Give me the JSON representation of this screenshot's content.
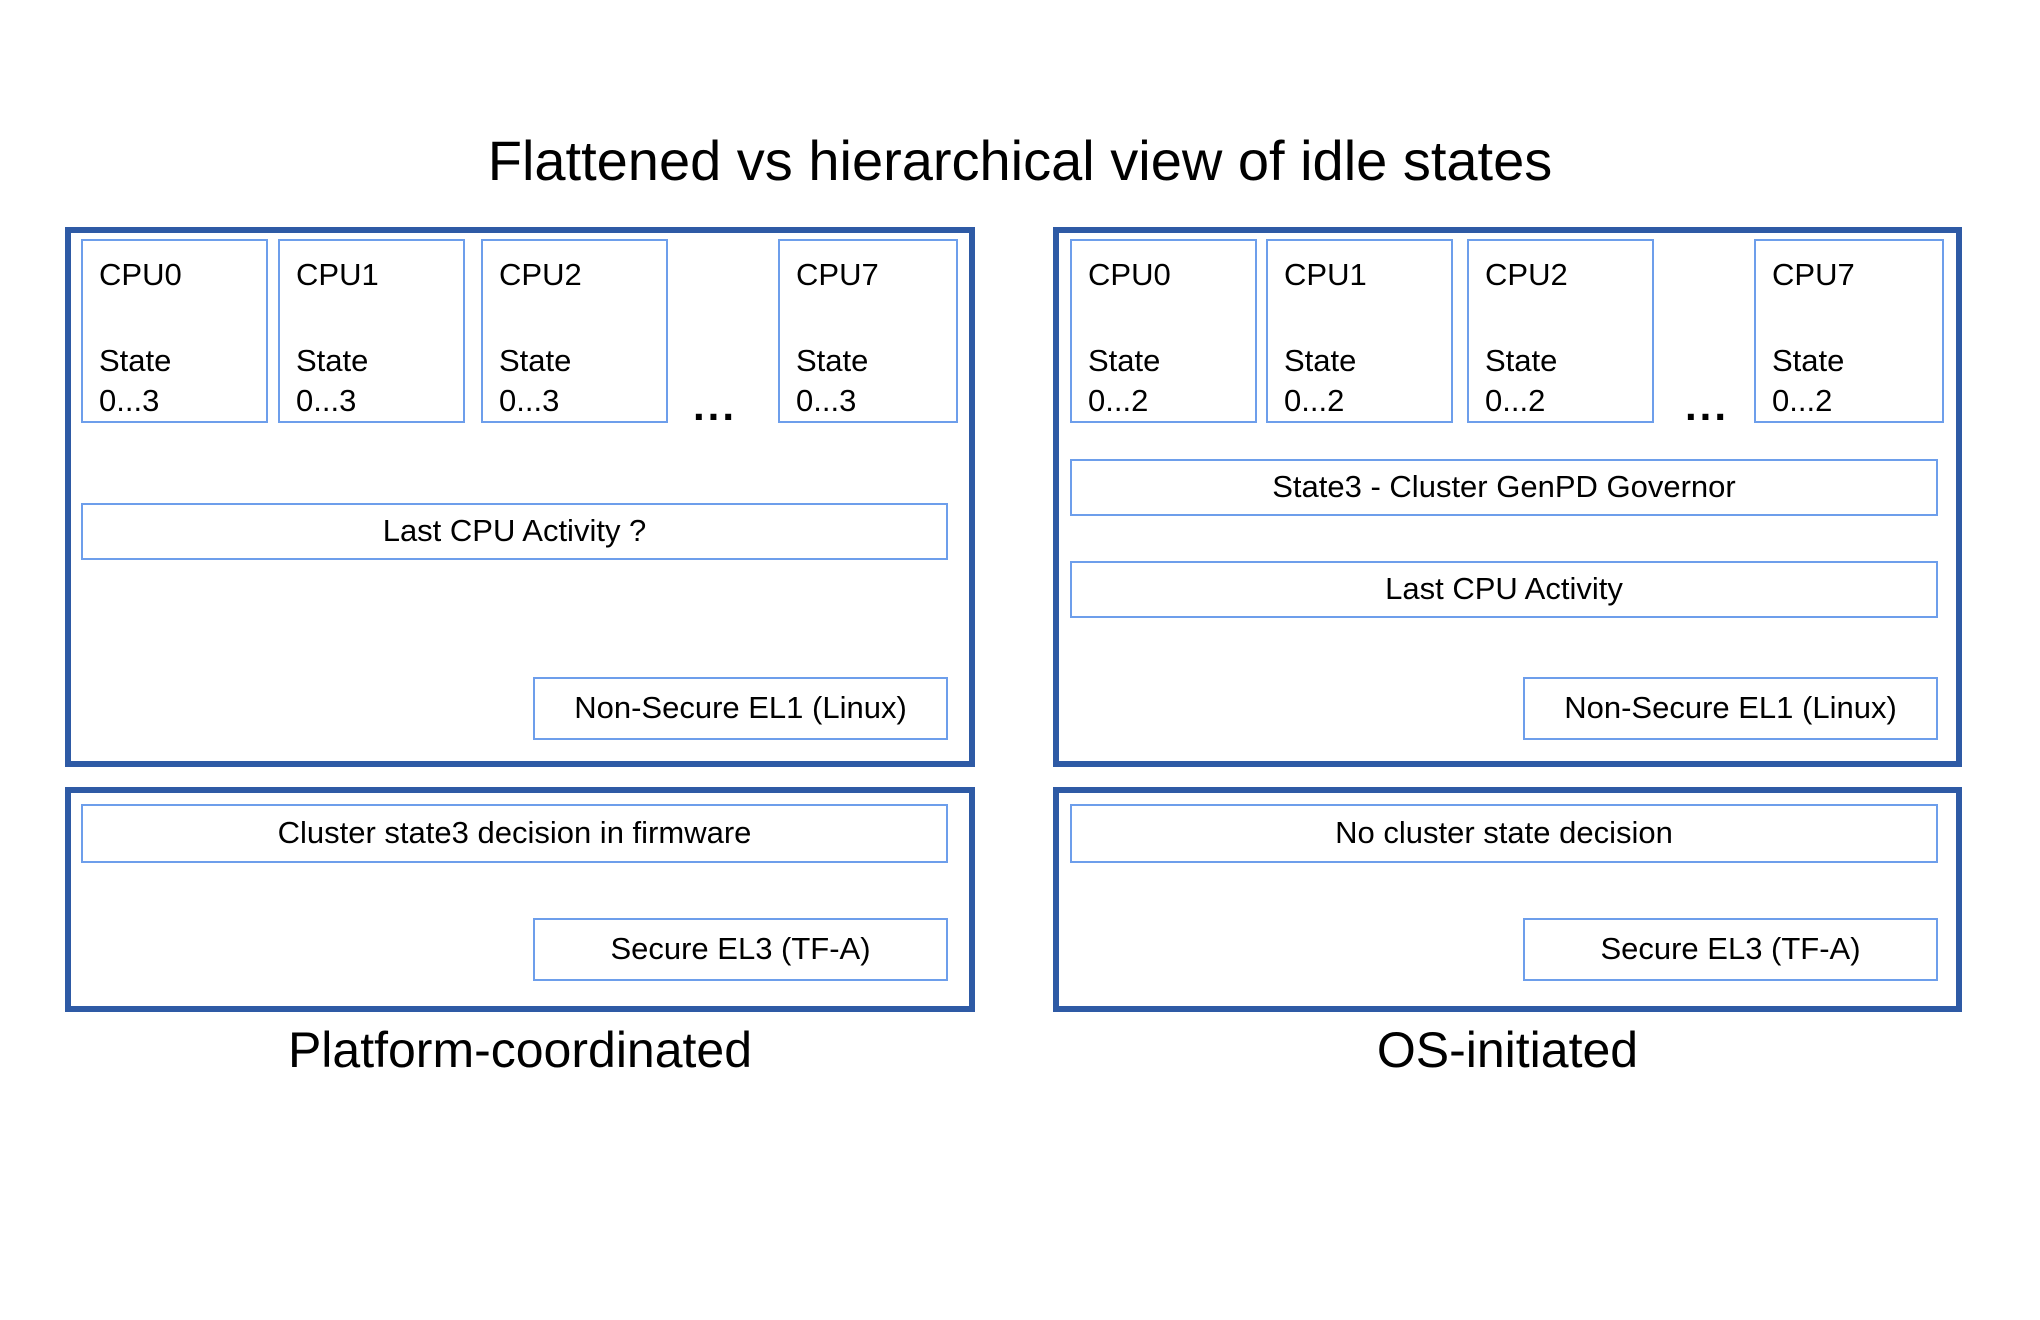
{
  "title": "Flattened vs hierarchical view of idle states",
  "colors": {
    "outer_border": "#2e5aa5",
    "inner_border": "#6d9eeb",
    "text": "#000000",
    "background": "#ffffff"
  },
  "left_panel": {
    "label": "Platform-coordinated",
    "ellipsis": "...",
    "cpus": [
      {
        "name": "CPU0",
        "state_label": "State",
        "state_range": "0...3"
      },
      {
        "name": "CPU1",
        "state_label": "State",
        "state_range": "0...3"
      },
      {
        "name": "CPU2",
        "state_label": "State",
        "state_range": "0...3"
      },
      {
        "name": "CPU7",
        "state_label": "State",
        "state_range": "0...3"
      }
    ],
    "activity_box": "Last CPU Activity ?",
    "el1_box": "Non-Secure EL1 (Linux)",
    "firmware_box": "Cluster state3 decision in firmware",
    "el3_box": "Secure EL3 (TF-A)"
  },
  "right_panel": {
    "label": "OS-initiated",
    "ellipsis": "...",
    "cpus": [
      {
        "name": "CPU0",
        "state_label": "State",
        "state_range": "0...2"
      },
      {
        "name": "CPU1",
        "state_label": "State",
        "state_range": "0...2"
      },
      {
        "name": "CPU2",
        "state_label": "State",
        "state_range": "0...2"
      },
      {
        "name": "CPU7",
        "state_label": "State",
        "state_range": "0...2"
      }
    ],
    "governor_box": "State3 - Cluster GenPD Governor",
    "activity_box": "Last CPU Activity",
    "el1_box": "Non-Secure EL1 (Linux)",
    "decision_box": "No cluster state decision",
    "el3_box": "Secure EL3 (TF-A)"
  }
}
